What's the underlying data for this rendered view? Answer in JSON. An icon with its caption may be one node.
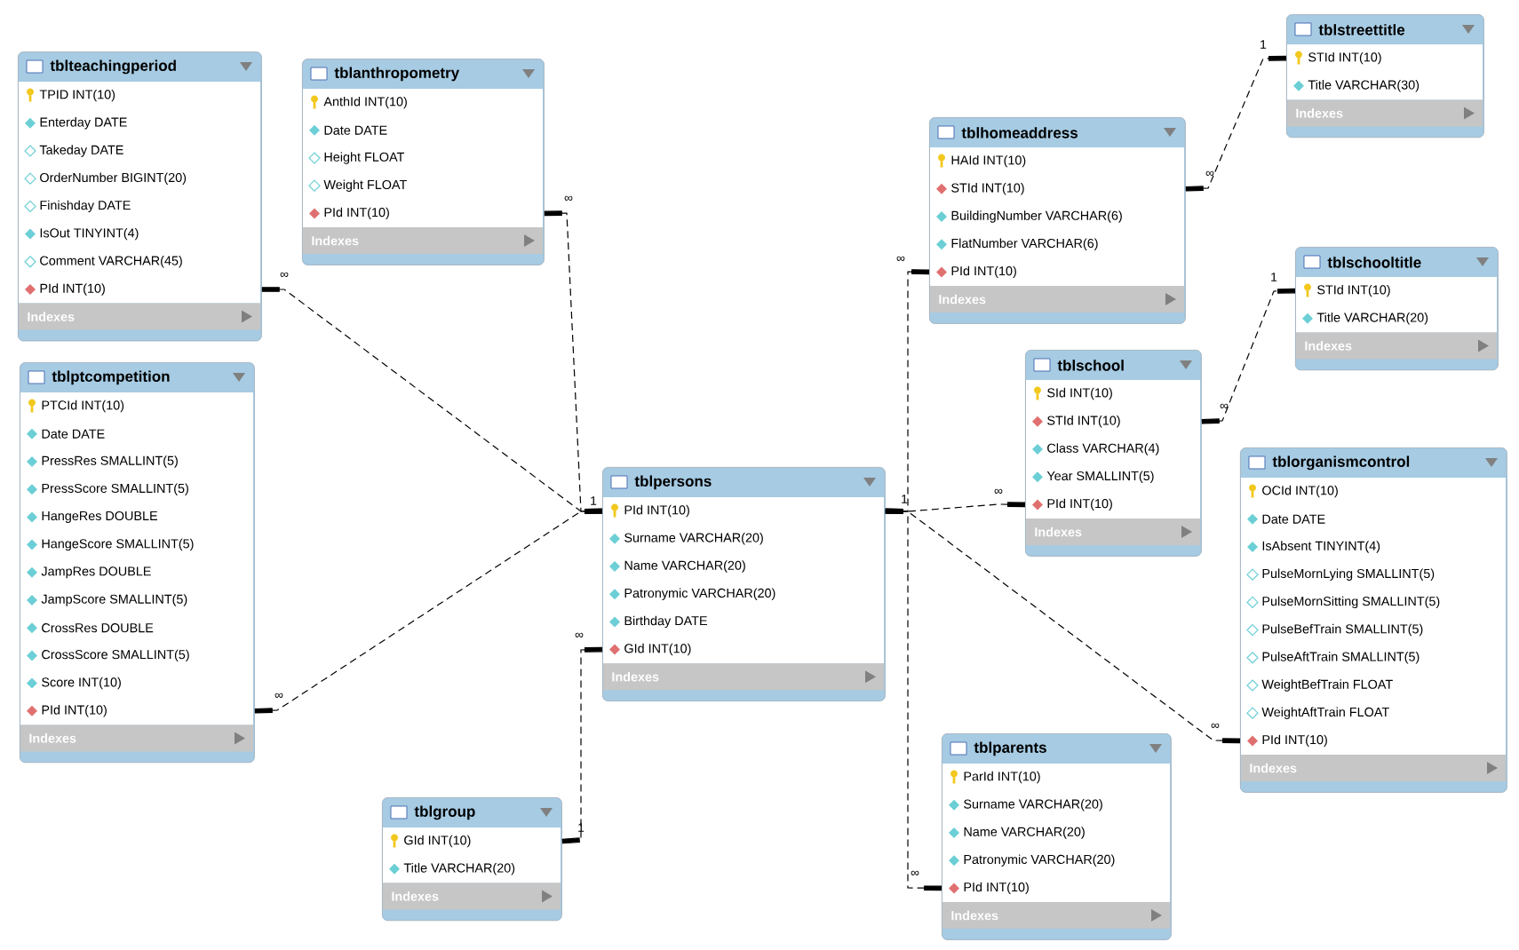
{
  "diagram": {
    "nodes": [
      {
        "text": [
          "tblteachingperiod",
          "TPID INT(10)",
          "Enterday DATE",
          "Takeday DATE",
          "OrderNumber BIGINT(20)",
          "Finishday DATE",
          "IsOut TINYINT(4)",
          "Comment VARCHAR(45)",
          "PId INT(10)",
          "Indexes"
        ]
      },
      {
        "text": [
          "tblanthropometry",
          "AnthId INT(10)",
          "Date DATE",
          "Height FLOAT",
          "Weight FLOAT",
          "PId INT(10)",
          "Indexes"
        ]
      },
      {
        "text": [
          "tblptcompetition",
          "PTCId INT(10)",
          "Date DATE",
          "PressRes SMALLINT(5)",
          "PressScore SMALLINT(5)",
          "HangeRes DOUBLE",
          "HangeScore SMALLINT(5)",
          "JampRes DOUBLE",
          "JampScore SMALLINT(5)",
          "CrossRes DOUBLE",
          "CrossScore SMALLINT(5)",
          "Score INT(10)",
          "PId INT(10)",
          "Indexes"
        ]
      },
      {
        "text": [
          "tblpersons",
          "PId INT(10)",
          "Surname VARCHAR(20)",
          "Name VARCHAR(20)",
          "Patronymic VARCHAR(20)",
          "Birthday DATE",
          "GId INT(10)",
          "Indexes"
        ]
      },
      {
        "text": [
          "tblgroup",
          "GId INT(10)",
          "Title VARCHAR(20)",
          "Indexes"
        ]
      },
      {
        "text": [
          "tblhomeaddress",
          "HAId INT(10)",
          "STId INT(10)",
          "BuildingNumber VARCHAR(6)",
          "FlatNumber VARCHAR(6)",
          "PId INT(10)",
          "Indexes"
        ]
      },
      {
        "text": [
          "tblstreettitle",
          "STId INT(10)",
          "Title VARCHAR(30)",
          "Indexes"
        ]
      },
      {
        "text": [
          "tblschooltitle",
          "STId INT(10)",
          "Title VARCHAR(20)",
          "Indexes"
        ]
      },
      {
        "text": [
          "tblschool",
          "SId INT(10)",
          "STId INT(10)",
          "Class VARCHAR(4)",
          "Year SMALLINT(5)",
          "PId INT(10)",
          "Indexes"
        ]
      },
      {
        "text": [
          "tblorganismcontrol",
          "OCId INT(10)",
          "Date DATE",
          "IsAbsent TINYINT(4)",
          "PulseMornLying SMALLINT(5)",
          "PulseMornSitting SMALLINT(5)",
          "PulseBefTrain SMALLINT(5)",
          "PulseAftTrain SMALLINT(5)",
          "WeightBefTrain FLOAT",
          "WeightAftTrain FLOAT",
          "PId INT(10)",
          "Indexes"
        ]
      },
      {
        "text": [
          "tblparents",
          "ParId INT(10)",
          "Surname VARCHAR(20)",
          "Name VARCHAR(20)",
          "Patronymic VARCHAR(20)",
          "PId INT(10)",
          "Indexes"
        ]
      }
    ],
    "edges": [
      {
        "from": 0,
        "to": 3,
        "arrow": "other",
        "style": "dashed"
      },
      {
        "from": 1,
        "to": 3,
        "arrow": "other",
        "style": "dashed"
      },
      {
        "from": 2,
        "to": 3,
        "arrow": "other",
        "style": "dashed"
      },
      {
        "from": 3,
        "to": 4,
        "arrow": "other",
        "style": "dashed"
      },
      {
        "from": 5,
        "to": 3,
        "arrow": "other",
        "style": "dashed"
      },
      {
        "from": 8,
        "to": 3,
        "arrow": "other",
        "style": "dashed"
      },
      {
        "from": 9,
        "to": 3,
        "arrow": "other",
        "style": "dashed"
      },
      {
        "from": 10,
        "to": 3,
        "arrow": "other",
        "style": "dashed"
      },
      {
        "from": 5,
        "to": 6,
        "arrow": "other",
        "style": "dashed"
      },
      {
        "from": 8,
        "to": 7,
        "arrow": "other",
        "style": "dashed"
      }
    ],
    "labels": [
      "1",
      "∞",
      "∞",
      "∞",
      "∞",
      "1",
      "∞",
      "∞",
      "1",
      "1",
      "∞",
      "∞",
      "∞",
      "1",
      "∞"
    ]
  }
}
